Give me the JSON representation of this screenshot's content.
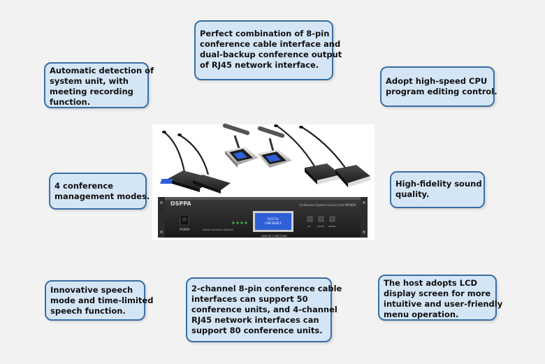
{
  "features": [
    {
      "lines": [
        "Perfect combination of 8-pin",
        "conference cable interface and",
        "dual-backup conference output",
        "of RJ45 network interface."
      ]
    },
    {
      "lines": [
        "Automatic detection of",
        "system unit, with",
        "meeting recording",
        "function."
      ]
    },
    {
      "lines": [
        "Adopt high-speed CPU",
        "program editing control."
      ]
    },
    {
      "lines": [
        "4 conference",
        "management modes."
      ]
    },
    {
      "lines": [
        "High-fidelity sound",
        "quality."
      ]
    },
    {
      "lines": [
        "Innovative speech",
        "mode and time-limited",
        "speech function."
      ]
    },
    {
      "lines": [
        "2-channel 8-pin conference cable",
        "interfaces can support 50",
        "conference units, and 4-channel",
        "RJ45 network interfaces can",
        "support 80 conference units."
      ]
    },
    {
      "lines": [
        "The host adopts LCD",
        "display screen for more",
        "intuitive and user-friendly",
        "menu operation."
      ]
    }
  ],
  "device": {
    "logo": "DSPPA",
    "model_text": "Conference System Control Unit MP9866",
    "power_label": "POWER",
    "brand_caption": "Digital Conference Network",
    "lcd_line1": "DIGITAL",
    "lcd_line2": "CONFERENCE",
    "display_caption": "DISPLAY FUNCTIONS",
    "buttons": [
      "UP",
      "DOWN",
      "ENTER"
    ]
  },
  "colors": {
    "callout_fill": "#d4e6f6",
    "callout_border": "#3a6ea5",
    "lcd_blue": "#2f5fd6",
    "panel_dark": "#262626"
  }
}
